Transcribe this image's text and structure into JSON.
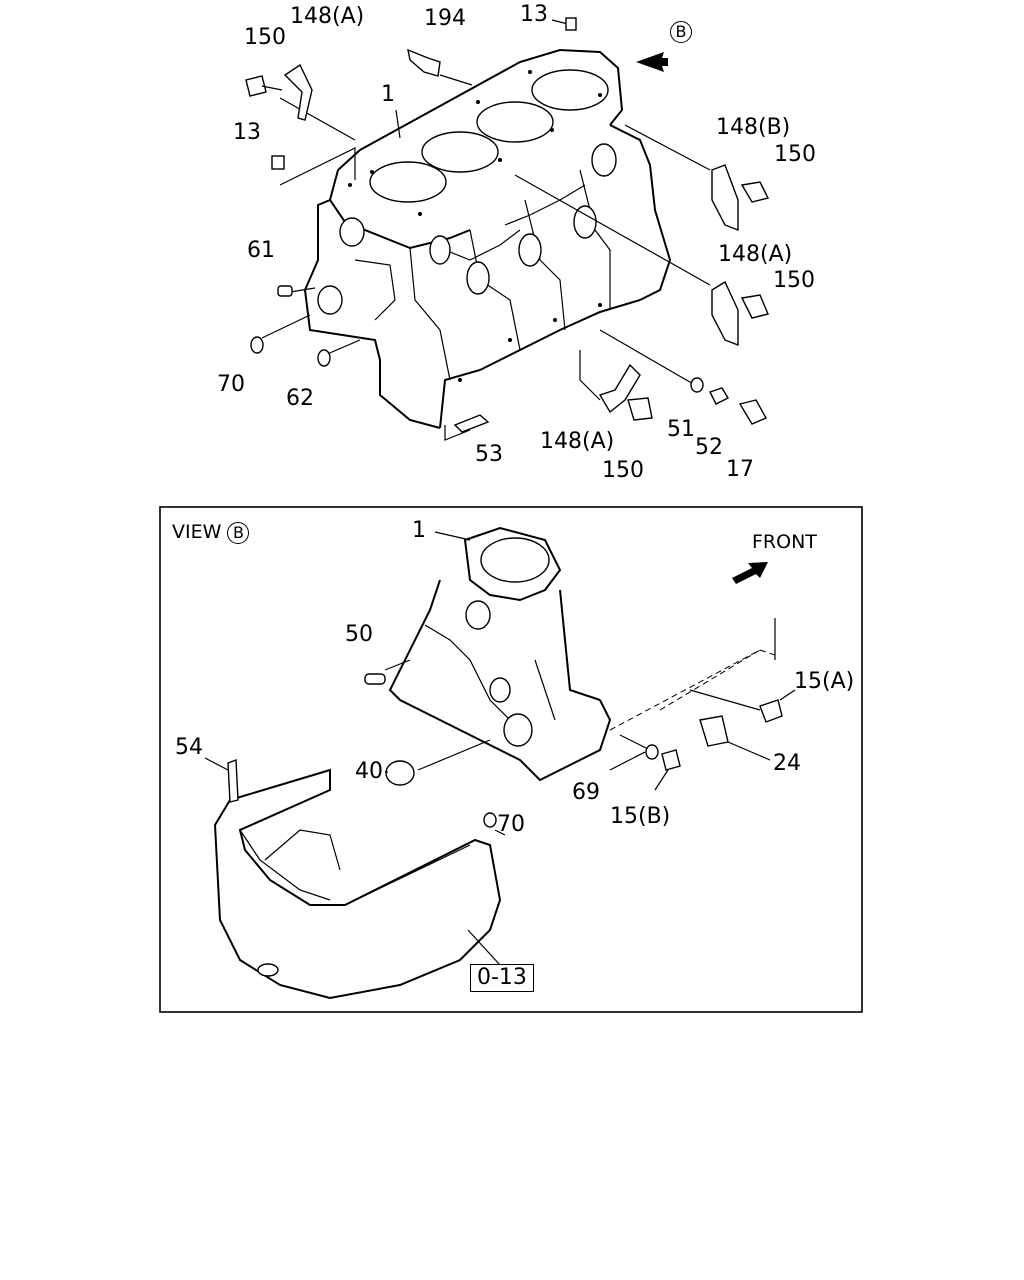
{
  "top": {
    "callouts": {
      "c148a_top": "148(A)",
      "c150_top": "150",
      "c194": "194",
      "c13_top": "13",
      "c13_left": "13",
      "c1": "1",
      "c148b": "148(B)",
      "c150_right1": "150",
      "c148a_right": "148(A)",
      "c150_right2": "150",
      "c61": "61",
      "c70": "70",
      "c62": "62",
      "c53": "53",
      "c148a_bottom": "148(A)",
      "c150_bottom": "150",
      "c51": "51",
      "c52": "52",
      "c17": "17"
    },
    "view_marker": "B"
  },
  "view": {
    "title_prefix": "VIEW",
    "title_marker": "B",
    "front_label": "FRONT",
    "callouts": {
      "c1": "1",
      "c50": "50",
      "c15a": "15(A)",
      "c24": "24",
      "c54": "54",
      "c40": "40",
      "c69": "69",
      "c70": "70",
      "c15b": "15(B)",
      "ref_box": "0-13"
    }
  }
}
